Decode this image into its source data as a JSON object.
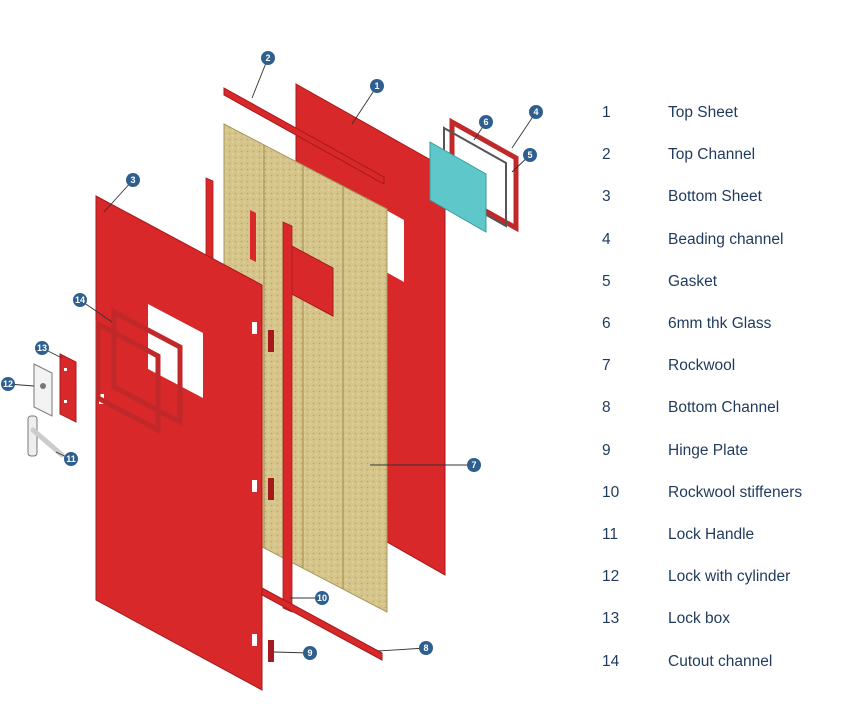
{
  "colors": {
    "sheet_red": "#d8282a",
    "sheet_red_dark": "#a51a1c",
    "rockwool": "#d6c58a",
    "rockwool_edge": "#b8a468",
    "glass": "#5ec7c9",
    "callout": "#2f5f8f",
    "legend_text": "#1f3a5c"
  },
  "callouts": [
    "1",
    "2",
    "3",
    "4",
    "5",
    "6",
    "7",
    "8",
    "9",
    "10",
    "11",
    "12",
    "13",
    "14"
  ],
  "legend": [
    {
      "num": "1",
      "label": "Top Sheet"
    },
    {
      "num": "2",
      "label": "Top Channel"
    },
    {
      "num": "3",
      "label": "Bottom Sheet"
    },
    {
      "num": "4",
      "label": "Beading channel"
    },
    {
      "num": "5",
      "label": "Gasket"
    },
    {
      "num": "6",
      "label": "6mm thk Glass"
    },
    {
      "num": "7",
      "label": "Rockwool"
    },
    {
      "num": "8",
      "label": "Bottom Channel"
    },
    {
      "num": "9",
      "label": "Hinge Plate"
    },
    {
      "num": "10",
      "label": "Rockwool stiffeners"
    },
    {
      "num": "11",
      "label": "Lock Handle"
    },
    {
      "num": "12",
      "label": "Lock with cylinder"
    },
    {
      "num": "13",
      "label": "Lock box"
    },
    {
      "num": "14",
      "label": "Cutout channel"
    }
  ]
}
